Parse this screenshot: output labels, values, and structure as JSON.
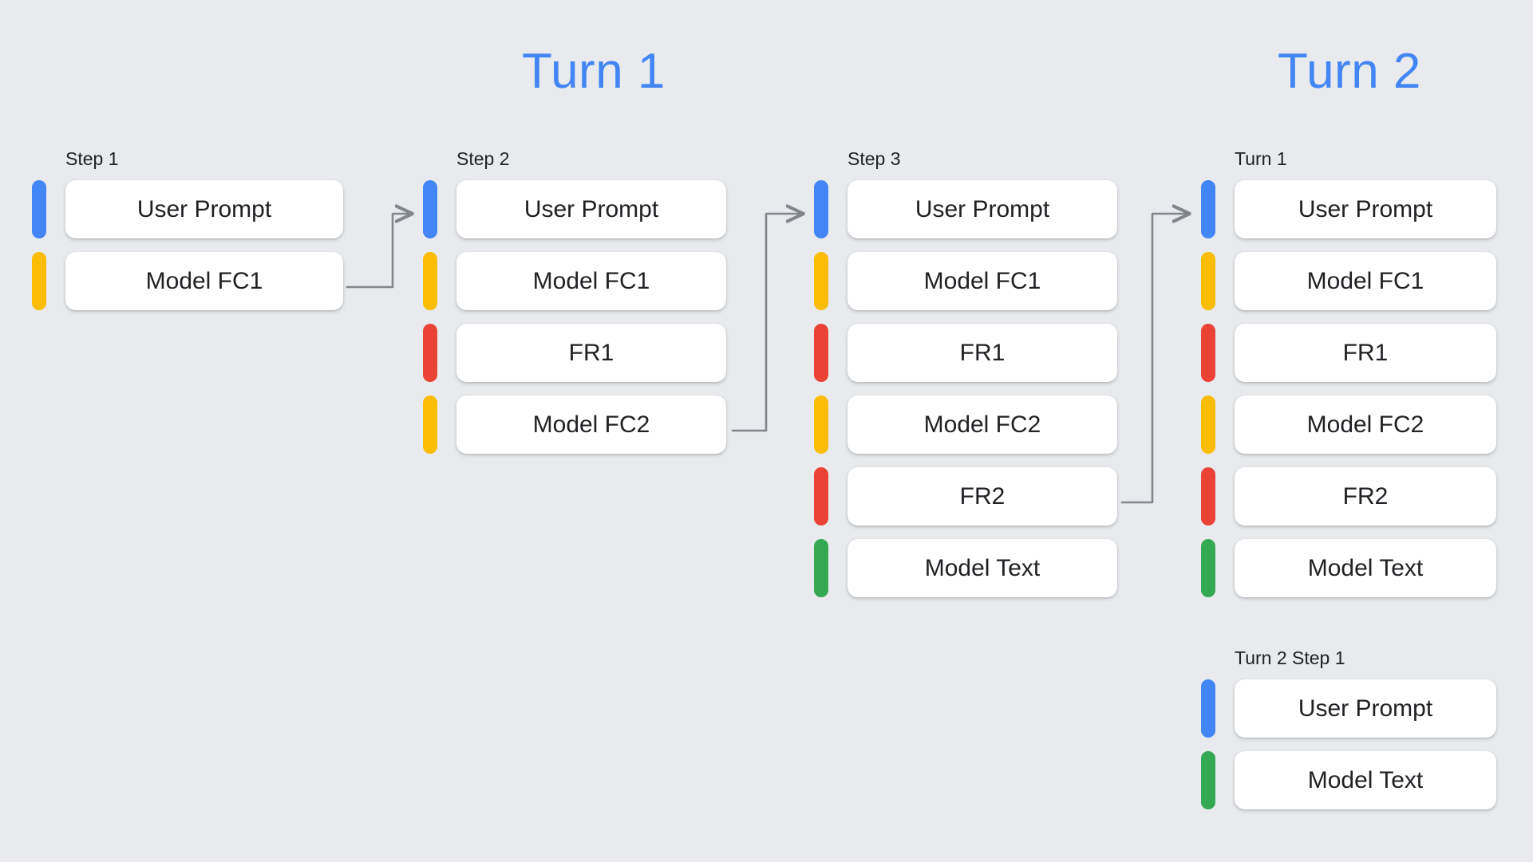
{
  "background_color": "#e8eaed",
  "accent_color": "#4285f4",
  "titles": {
    "turn1": "Turn 1",
    "turn2": "Turn 2"
  },
  "legend_colors": {
    "user_prompt": "#4285f4",
    "model_function_call": "#fbbc04",
    "function_response": "#ea4335",
    "model_text": "#34a853"
  },
  "columns": [
    {
      "id": "step-1",
      "header": "Step 1",
      "rows": [
        {
          "label": "User Prompt",
          "color": "blue"
        },
        {
          "label": "Model FC1",
          "color": "yellow"
        }
      ]
    },
    {
      "id": "step-2",
      "header": "Step 2",
      "rows": [
        {
          "label": "User Prompt",
          "color": "blue"
        },
        {
          "label": "Model FC1",
          "color": "yellow"
        },
        {
          "label": "FR1",
          "color": "red"
        },
        {
          "label": "Model FC2",
          "color": "yellow"
        }
      ]
    },
    {
      "id": "step-3",
      "header": "Step 3",
      "rows": [
        {
          "label": "User Prompt",
          "color": "blue"
        },
        {
          "label": "Model FC1",
          "color": "yellow"
        },
        {
          "label": "FR1",
          "color": "red"
        },
        {
          "label": "Model FC2",
          "color": "yellow"
        },
        {
          "label": "FR2",
          "color": "red"
        },
        {
          "label": "Model Text",
          "color": "green"
        }
      ]
    },
    {
      "id": "turn-1",
      "header": "Turn 1",
      "rows": [
        {
          "label": "User Prompt",
          "color": "blue"
        },
        {
          "label": "Model FC1",
          "color": "yellow"
        },
        {
          "label": "FR1",
          "color": "red"
        },
        {
          "label": "Model FC2",
          "color": "yellow"
        },
        {
          "label": "FR2",
          "color": "red"
        },
        {
          "label": "Model Text",
          "color": "green"
        }
      ]
    },
    {
      "id": "turn-2-step-1",
      "header": "Turn 2 Step 1",
      "rows": [
        {
          "label": "User Prompt",
          "color": "blue"
        },
        {
          "label": "Model Text",
          "color": "green"
        }
      ]
    }
  ],
  "connectors": [
    {
      "id": "arrow-step1-to-step2",
      "from": "Model FC1",
      "to": "Step 2"
    },
    {
      "id": "arrow-step2-to-step3",
      "from": "Model FC2",
      "to": "Step 3"
    },
    {
      "id": "arrow-step3-to-turn1",
      "from": "FR2",
      "to": "Turn 1"
    }
  ],
  "connector_color": "#80868b"
}
